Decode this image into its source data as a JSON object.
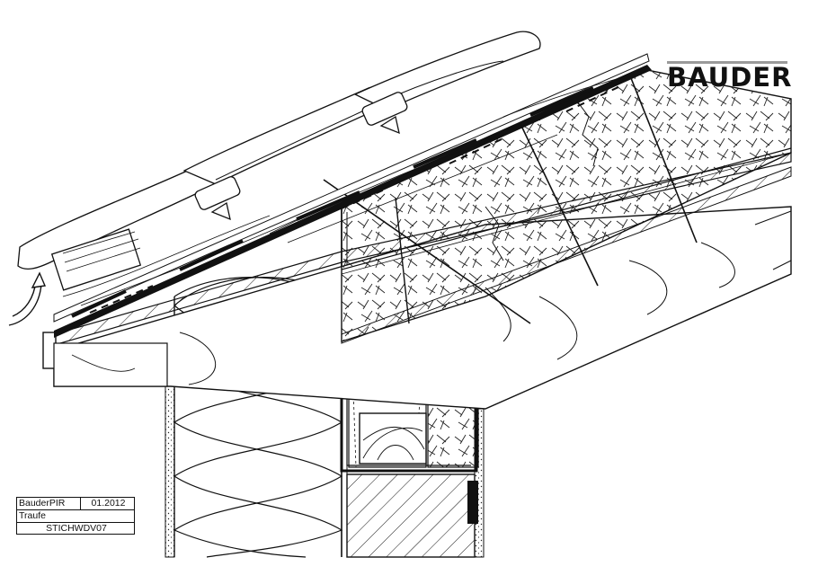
{
  "brand": {
    "name": "BAUDER"
  },
  "title_block": {
    "product": "BauderPIR",
    "date": "01.2012",
    "detail": "Traufe",
    "drawing_id": "STICHWDV07"
  }
}
